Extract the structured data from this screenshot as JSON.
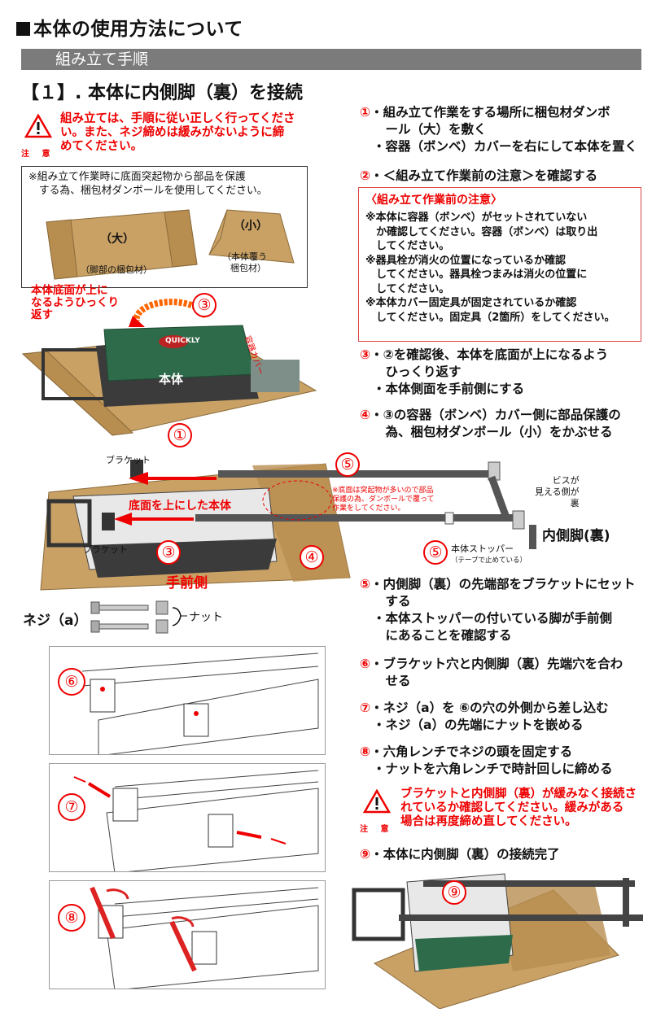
{
  "header": {
    "title": "本体の使用方法について",
    "banner": "組み立て手順",
    "step_title": "【１】. 本体に内側脚（裏）を接続"
  },
  "top_caution": {
    "text_lines": [
      "組み立ては、手順に従い正しく行ってくださ",
      "い。また、ネジ締めは緩みがないように締",
      "めてください。"
    ],
    "label": "注 意"
  },
  "box_note": {
    "lines": [
      "※組み立て作業時に底面突起物から部品を保護",
      "　する為、梱包材ダンボールを使用してください。"
    ],
    "large_label": "（大）",
    "large_caption": "（脚部の梱包材）",
    "small_label": "（小）",
    "small_caption_1": "（本体覆う",
    "small_caption_2": "梱包材）"
  },
  "figure_flip": {
    "flip_note_lines": [
      "本体底面が上に",
      "なるようひっくり",
      "返す"
    ],
    "body_label": "本体",
    "cover_label": "容器カバー",
    "logo": "QUICKLY",
    "num_3": "③",
    "num_1": "①"
  },
  "instructions": {
    "s1": {
      "num": "①",
      "lines": [
        "・組み立て作業をする場所に梱包材ダンボ",
        "　ール（大）を敷く",
        "・容器（ボンベ）カバーを右にして本体を置く"
      ]
    },
    "s2": {
      "num": "②",
      "lines": [
        "・＜組み立て作業前の注意＞を確認する"
      ]
    },
    "s3": {
      "num": "③",
      "lines": [
        "・②を確認後、本体を底面が上になるよう",
        "　ひっくり返す",
        "・本体側面を手前側にする"
      ]
    },
    "s4": {
      "num": "④",
      "lines": [
        "・③の容器（ボンベ）カバー側に部品保護の",
        "　為、梱包材ダンボール（小）をかぶせる"
      ]
    },
    "s5": {
      "num": "⑤",
      "lines": [
        "・内側脚（裏）の先端部をブラケットにセット",
        "　する",
        "・本体ストッパーの付いている脚が手前側",
        "　にあることを確認する"
      ]
    },
    "s6": {
      "num": "⑥",
      "lines": [
        "・ブラケット穴と内側脚（裏）先端穴を合わ",
        "　せる"
      ]
    },
    "s7": {
      "num": "⑦",
      "lines": [
        "・ネジ（a）を ⑥の穴の外側から差し込む",
        "・ネジ（a）の先端にナットを嵌める"
      ]
    },
    "s8": {
      "num": "⑧",
      "lines": [
        "・六角レンチでネジの頭を固定する",
        "・ナットを六角レンチで時計回しに締める"
      ]
    },
    "s9": {
      "num": "⑨",
      "lines": [
        "・本体に内側脚（裏）の接続完了"
      ]
    }
  },
  "pre_check": {
    "heading": "〈組み立て作業前の注意〉",
    "lines": [
      "※本体に容器（ボンベ）がセットされていない",
      "　か確認してください。容器（ボンベ）は取り出",
      "　してください。",
      "※器具栓が消火の位置になっているか確認",
      "　してください。器具栓つまみは消火の位置に",
      "　してください。",
      "※本体カバー固定具が固定されているか確認",
      "　してください。固定具（2箇所）をしてください。"
    ]
  },
  "figure_assembly": {
    "bracket_top": "ブラケット",
    "bracket_bottom": "ブラケット",
    "bottom_up": "底面を上にした本体",
    "protect_note_lines": [
      "※底面は突起物が多いので部品",
      "保護の為、ダンボールで覆って",
      "作業をしてください。"
    ],
    "screw_note_1": "ビスが",
    "screw_note_2": "見える側が",
    "screw_note_3": "裏",
    "inner_leg": "内側脚(裏)",
    "stopper": "本体ストッパー",
    "stopper_sub": "（テープで止めている）",
    "front_side": "手前側",
    "num_5a": "⑤",
    "num_5b": "⑤",
    "num_3": "③",
    "num_4": "④"
  },
  "parts": {
    "screw_label": "ネジ（a）",
    "nut_label": "ナット"
  },
  "bottom_caution": {
    "lines": [
      "ブラケットと内側脚（裏）が緩みなく接続さ",
      "れているか確認してください。緩みがある",
      "場合は再度締め直してください。"
    ],
    "label": "注 意"
  },
  "detail_figs": {
    "n6": "⑥",
    "n7": "⑦",
    "n8": "⑧",
    "n9": "⑨"
  }
}
